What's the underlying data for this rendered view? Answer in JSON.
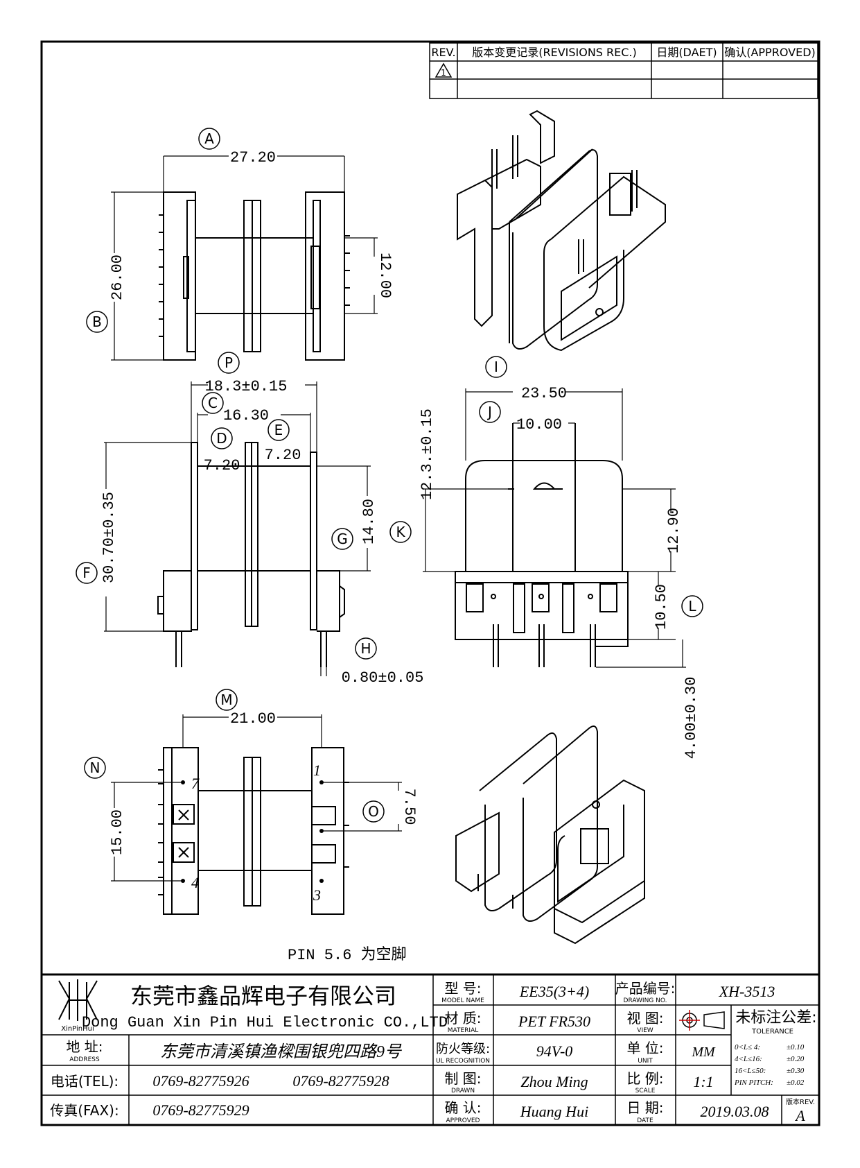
{
  "revision_table": {
    "headers": {
      "rev": "REV.",
      "record": "版本变更记录(REVISIONS REC.)",
      "date": "日期(DAET)",
      "approved": "确认(APPROVED)"
    },
    "row1_mark": "1"
  },
  "callouts": {
    "A": "A",
    "B": "B",
    "C": "C",
    "D": "D",
    "E": "E",
    "F": "F",
    "G": "G",
    "H": "H",
    "I": "I",
    "J": "J",
    "K": "K",
    "L": "L",
    "M": "M",
    "N": "N",
    "O": "O",
    "P": "P"
  },
  "dimensions": {
    "A": "27.20",
    "B": "26.00",
    "twelve": "12.00",
    "P": "18.3±0.15",
    "C": "16.30",
    "D": "7.20",
    "E": "7.20",
    "F": "30.70±0.35",
    "G": "14.80",
    "H": "0.80±0.05",
    "side_top": "23.50",
    "J": "10.00",
    "K": "12.3.±0.15",
    "side_right": "12.90",
    "L": "10.50",
    "pin_len": "4.00±0.30",
    "M": "21.00",
    "N": "15.00",
    "O": "7.50"
  },
  "pin_labels": {
    "p1": "1",
    "p3": "3",
    "p4": "4",
    "p7": "7"
  },
  "note": "PIN 5.6 为空脚",
  "title_block": {
    "logo_text": "XinPinHui",
    "company_cn": "东莞市鑫品辉电子有限公司",
    "company_en": "Dong Guan Xin Pin Hui Electronic CO.,LTD",
    "address_label_cn": "地 址:",
    "address_label_en": "ADDRESS",
    "address": "东莞市清溪镇渔樑围银兜四路9号",
    "tel_label": "电话(TEL):",
    "tel1": "0769-82775926",
    "tel2": "0769-82775928",
    "fax_label": "传真(FAX):",
    "fax": "0769-82775929",
    "model_label_cn": "型 号:",
    "model_label_en": "MODEL NAME",
    "model": "EE35(3+4)",
    "material_label_cn": "材 质:",
    "material_label_en": "MATERIAL",
    "material": "PET FR530",
    "ul_label_cn": "防火等级:",
    "ul_label_en": "UL RECOGNITION",
    "ul": "94V-0",
    "drawn_label_cn": "制 图:",
    "drawn_label_en": "DRAWN",
    "drawn": "Zhou Ming",
    "approved_label_cn": "确 认:",
    "approved_label_en": "APPROVED",
    "approved": "Huang Hui",
    "drawing_no_label_cn": "产品编号:",
    "drawing_no_label_en": "DRAWING NO.",
    "drawing_no": "XH-3513",
    "view_label_cn": "视 图:",
    "view_label_en": "VIEW",
    "unit_label_cn": "单 位:",
    "unit_label_en": "UNIT",
    "unit": "MM",
    "scale_label_cn": "比 例:",
    "scale_label_en": "SCALE",
    "scale": "1:1",
    "date_label_cn": "日 期:",
    "date_label_en": "DATE",
    "date": "2019.03.08",
    "tolerance_label_cn": "未标注公差:",
    "tolerance_label_en": "TOLERANCE",
    "tolerance_rows": [
      {
        "range": "0<L≤ 4:",
        "value": "±0.10"
      },
      {
        "range": "4<L≤16:",
        "value": "±0.20"
      },
      {
        "range": "16<L≤50:",
        "value": "±0.30"
      },
      {
        "range": "PIN PITCH:",
        "value": "±0.02"
      }
    ],
    "rev_label": "版本REV.",
    "rev": "A"
  }
}
